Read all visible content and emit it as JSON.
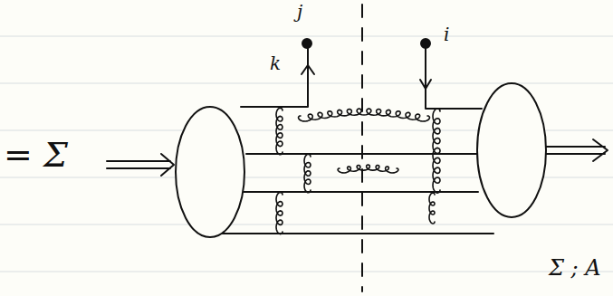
{
  "diagram": {
    "labels": [
      "= Σ",
      "j",
      "i",
      "k",
      "Σ ; A"
    ]
  }
}
